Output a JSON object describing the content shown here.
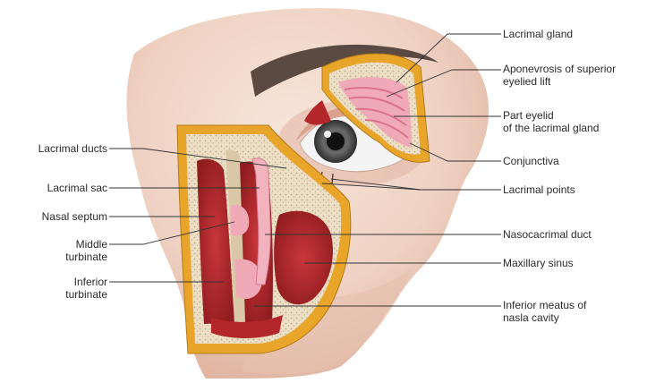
{
  "labels_right": {
    "lacrimal_gland": "Lacrimal gland",
    "aponevrosis": [
      "Aponevrosis of superior",
      "eyelied lift"
    ],
    "part_eyelid": [
      "Part eyelid",
      "of the lacrimal gland"
    ],
    "conjunctiva": "Conjunctiva",
    "lacrimal_points": "Lacrimal points",
    "nasolacrimal_duct": "Nasocacrimal duct",
    "maxillary_sinus": "Maxillary sinus",
    "inferior_meatus": [
      "Inferior meatus of",
      "nasla cavity"
    ]
  },
  "labels_left": {
    "lacrimal_ducts": "Lacrimal ducts",
    "lacrimal_sac": "Lacrimal sac",
    "nasal_septum": "Nasal septum",
    "middle_turbinate": [
      "Middle",
      "turbinate"
    ],
    "inferior_turbinate": [
      "Inferior",
      "turbinate"
    ]
  },
  "colors": {
    "skin": "#f1d6c8",
    "skin_shadow": "#e2b8a4",
    "bone_rim": "#e8a52a",
    "cavity": "#b3262a",
    "mucosa": "#f0a9b6",
    "bone_texture": "#e9dcc2",
    "leader": "#333333"
  }
}
